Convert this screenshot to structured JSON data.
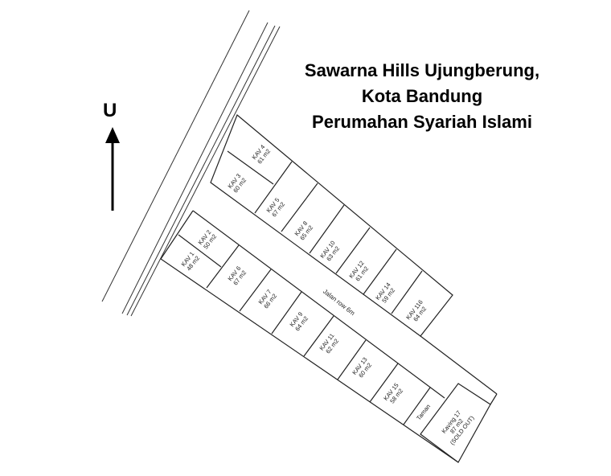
{
  "title": {
    "line1": "Sawarna Hills Ujungberung,",
    "line2": "Kota Bandung",
    "line3": "Perumahan Syariah Islami"
  },
  "north_label": "U",
  "road_label": "Jalan row 6m",
  "lots": [
    {
      "name": "KAV 4",
      "area": "61 m2"
    },
    {
      "name": "KAV 3",
      "area": "60 m2"
    },
    {
      "name": "KAV 5",
      "area": "67 m2"
    },
    {
      "name": "KAV 8",
      "area": "65 m2"
    },
    {
      "name": "KAV 10",
      "area": "63 m2"
    },
    {
      "name": "KAV 12",
      "area": "61 m2"
    },
    {
      "name": "KAV 14",
      "area": "59 m2"
    },
    {
      "name": "KAV 116",
      "area": "64 m2"
    },
    {
      "name": "KAV 2",
      "area": "50 m2"
    },
    {
      "name": "KAV 1",
      "area": "48 m2"
    },
    {
      "name": "KAV 6",
      "area": "67 m2"
    },
    {
      "name": "KAV 7",
      "area": "66 m2"
    },
    {
      "name": "KAV 9",
      "area": "64 m2"
    },
    {
      "name": "KAV 11",
      "area": "62 m2"
    },
    {
      "name": "KAV 13",
      "area": "60 m2"
    },
    {
      "name": "KAV 15",
      "area": "58 m2"
    }
  ],
  "taman": "Taman",
  "kaving17": {
    "name": "Kaving 17",
    "area": "87 m2",
    "note": "(SOLD OUT)"
  }
}
